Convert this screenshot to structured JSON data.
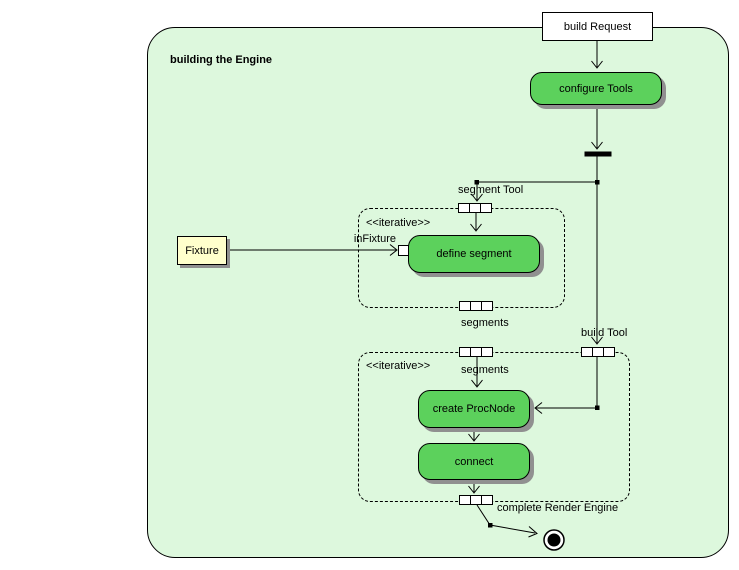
{
  "frame": {
    "title": "building the Engine"
  },
  "nodes": {
    "build_request": "build Request",
    "configure_tools": "configure Tools",
    "fixture": "Fixture",
    "define_segment": "define segment",
    "create_procnode": "create ProcNode",
    "connect": "connect"
  },
  "regions": {
    "iterative1": "<<iterative>>",
    "iterative2": "<<iterative>>"
  },
  "labels": {
    "segment_tool": "segment Tool",
    "in_fixture": "inFixture",
    "segments_out": "segments",
    "segments_in": "segments",
    "build_tool": "build Tool",
    "complete_render_engine": "complete Render Engine"
  },
  "colors": {
    "frame_fill": "#ddf8dd",
    "action_fill": "#5cd15c",
    "object_fill": "#ffffcc",
    "shadow_color": "#909090",
    "line_color": "#000000"
  }
}
